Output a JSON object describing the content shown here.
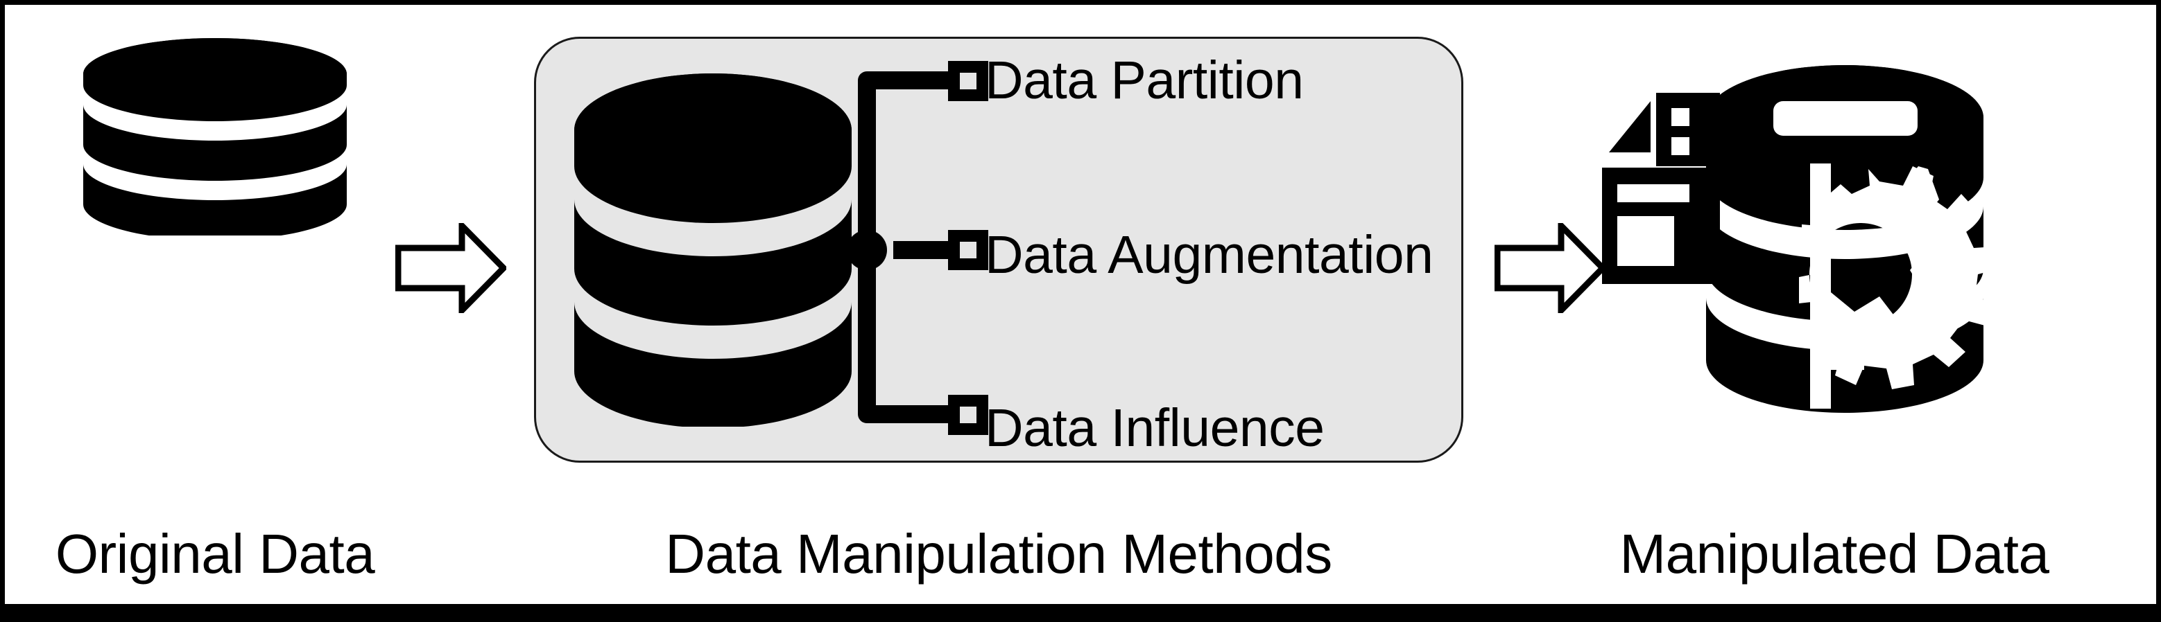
{
  "figure": {
    "title": "Data Manipulation Methods pipeline",
    "background_color": "#FFFFFF",
    "frame_color": "#000000",
    "panel_fill_color": "#E6E6E6",
    "panel_border_color": "#1A1A1A",
    "icon_color": "#000000"
  },
  "stages": {
    "input": {
      "caption": "Original Data",
      "icon_name": "database-cylinder-icon"
    },
    "process": {
      "caption": "Data Manipulation Methods",
      "icon_name": "database-cylinder-icon"
    },
    "output": {
      "caption": "Manipulated Data",
      "icon_name": "manipulated-database-gear-icon"
    }
  },
  "arrows": [
    {
      "name": "arrow-original-to-methods",
      "direction": "right",
      "style": "outline"
    },
    {
      "name": "arrow-methods-to-manipulated",
      "direction": "right",
      "style": "outline"
    }
  ],
  "methods": [
    {
      "id": "partition",
      "label": "Data Partition",
      "branch": "top",
      "endpoint_icon": "square-node-icon"
    },
    {
      "id": "augmentation",
      "label": "Data Augmentation",
      "branch": "middle",
      "endpoint_icon": "square-node-icon"
    },
    {
      "id": "influence",
      "label": "Data Influence",
      "branch": "bottom",
      "endpoint_icon": "square-node-icon"
    }
  ],
  "connector": {
    "name": "branching-connector",
    "junction_icon": "circle-junction-dot-icon",
    "branch_count": 3
  }
}
